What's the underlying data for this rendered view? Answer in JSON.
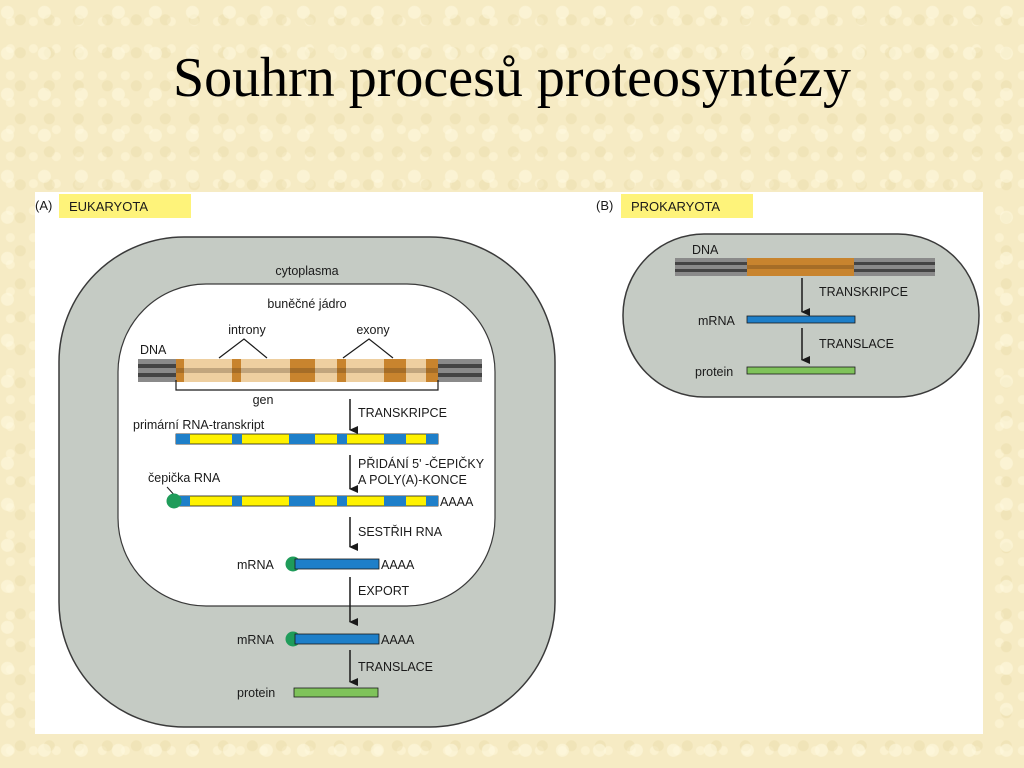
{
  "title": "Souhrn procesů proteosyntézy",
  "colors": {
    "compartment_fill": "#c5cbc4",
    "nucleus_fill": "#ffffff",
    "tag_yellow": "#fef37a",
    "dna_exon": "#c8842e",
    "dna_intron": "#eecfa0",
    "rna_blue": "#1e7fc9",
    "rna_yellow": "#fff200",
    "cap_green": "#1f9c5a",
    "protein_green": "#7fc35a"
  },
  "panel_a": {
    "tag": "(A)",
    "label": "EUKARYOTA",
    "cytoplasm": "cytoplasma",
    "nucleus": "buněčné jádro",
    "introns": "introny",
    "exons": "exony",
    "dna": "DNA",
    "gene": "gen",
    "step_transcription": "TRANSKRIPCE",
    "primary_transcript": "primární RNA-transkript",
    "step_capping_line1": "PŘIDÁNÍ 5' -ČEPIČKY",
    "step_capping_line2": "A POLY(A)-KONCE",
    "rna_cap": "čepička RNA",
    "polya_1": "AAAA",
    "step_splicing": "SESTŘIH RNA",
    "mrna_1": "mRNA",
    "polya_2": "AAAA",
    "step_export": "EXPORT",
    "mrna_2": "mRNA",
    "polya_3": "AAAA",
    "step_translation": "TRANSLACE",
    "protein": "protein"
  },
  "panel_b": {
    "tag": "(B)",
    "label": "PROKARYOTA",
    "dna": "DNA",
    "step_transcription": "TRANSKRIPCE",
    "mrna": "mRNA",
    "step_translation": "TRANSLACE",
    "protein": "protein"
  }
}
